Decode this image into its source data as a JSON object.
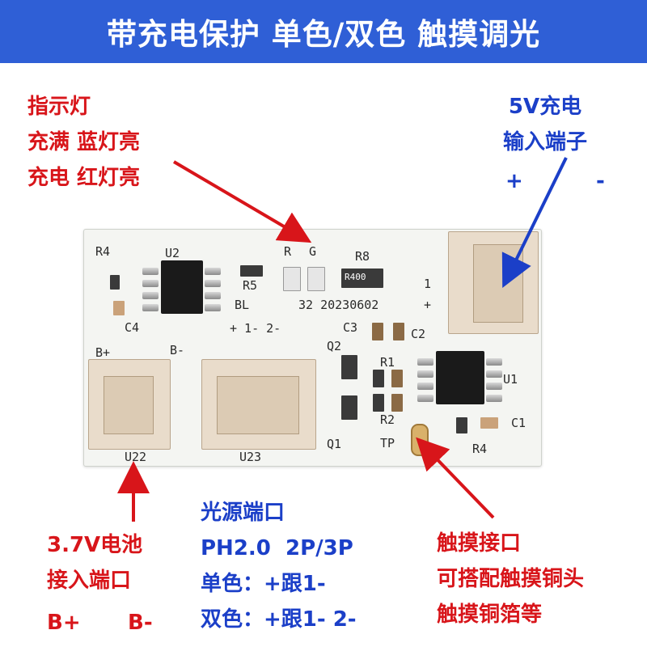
{
  "banner": {
    "title": "带充电保护 单色/双色 触摸调光"
  },
  "annotations": {
    "indicator": [
      "指示灯",
      "充满 蓝灯亮",
      "充电 红灯亮"
    ],
    "charge_input": [
      "5V充电",
      "输入端子",
      "+",
      "-"
    ],
    "battery": [
      "3.7V电池",
      "接入端口",
      "B+",
      "B-"
    ],
    "light_source": [
      "光源端口",
      "PH2.0  2P/3P",
      "单色：+跟1-",
      "双色：+跟1- 2-"
    ],
    "touch": [
      "触摸接口",
      "可搭配触摸铜头",
      "触摸铜箔等"
    ]
  },
  "pcb_labels": {
    "r4_top": "R4",
    "u2": "U2",
    "r": "R",
    "g": "G",
    "r8": "R8",
    "r400": "R400",
    "r5": "R5",
    "bl": "BL",
    "date": "32 20230602",
    "c4": "C4",
    "c3": "C3",
    "c2": "C2",
    "bplus": "B+",
    "bminus": "B-",
    "light_pins": "+ 1- 2-",
    "q2": "Q2",
    "r1": "R1",
    "u1": "U1",
    "r2": "R2",
    "q1": "Q1",
    "tp": "TP",
    "r4_bottom": "R4",
    "c1": "C1",
    "u22": "U22",
    "u23": "U23",
    "in_plus": "+",
    "in_one": "1"
  },
  "colors": {
    "banner": "#2f5fd6",
    "red_text": "#d8151a",
    "blue_text": "#1b3fc8",
    "board": "#f4f5f2",
    "connector": "#e9dccb"
  }
}
